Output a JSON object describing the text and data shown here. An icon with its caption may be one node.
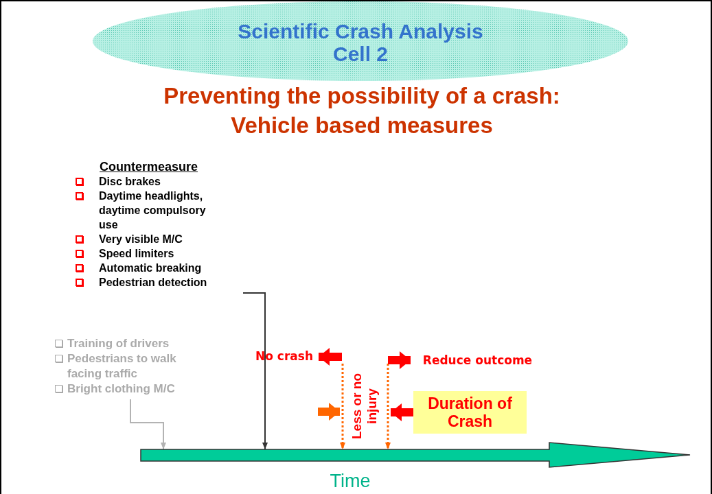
{
  "diagram": {
    "title": "Preventing the possibility of a crash: Vehicle based measures",
    "nodes": [
      {
        "text": [
          "Scientific Crash Analysis Cell 2"
        ]
      },
      {
        "text": [
          "Countermeasure",
          "Disc brakes",
          "Daytime headlights, daytime compulsory use",
          "Very visible M/C",
          "Speed limiters",
          "Automatic breaking",
          "Pedestrian detection"
        ]
      },
      {
        "text": [
          "Training of drivers",
          "Pedestrians to walk facing traffic",
          "Bright clothing M/C"
        ]
      },
      {
        "text": [],
        "shape": "bar",
        "beside": [
          "Time"
        ]
      },
      {
        "text": [
          "No crash"
        ]
      },
      {
        "text": [
          "Reduce outcome"
        ]
      },
      {
        "text": [
          "Duration of Crash"
        ]
      }
    ],
    "edges": [
      {
        "from": 1,
        "to": 3,
        "arrow": "to",
        "color": "#333333"
      },
      {
        "from": 2,
        "to": 3,
        "arrow": "to",
        "color": "#b3b3b3"
      },
      {
        "from": null,
        "to": 3,
        "arrow": "to",
        "style": "dashed",
        "color": "#ff6600"
      },
      {
        "from": null,
        "to": 3,
        "arrow": "to",
        "style": "dashed",
        "color": "#ff6600"
      },
      {
        "from": null,
        "to": 4,
        "arrow": "to",
        "style": "thick",
        "color": "#ff0000"
      },
      {
        "from": null,
        "to": 5,
        "arrow": "to",
        "style": "thick",
        "color": "#ff0000"
      }
    ],
    "labels": [
      "Less or no injury"
    ]
  }
}
